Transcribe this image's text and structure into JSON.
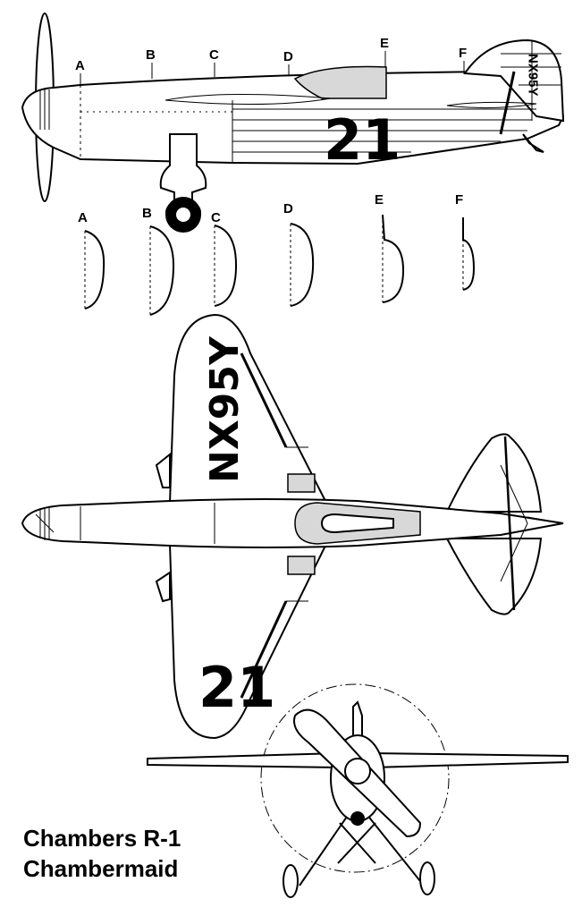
{
  "title": {
    "line1": "Chambers R-1",
    "line2": "Chambermaid"
  },
  "side_view": {
    "stations": [
      "A",
      "B",
      "C",
      "D",
      "E",
      "F"
    ],
    "race_number": "21",
    "tail_registration": "NX95Y"
  },
  "cross_sections": {
    "labels": [
      "A",
      "B",
      "C",
      "D",
      "E",
      "F"
    ]
  },
  "top_view": {
    "wing_registration": "NX95Y",
    "wing_number": "21"
  },
  "colors": {
    "line": "#000000",
    "fill_gray": "#d8d8d8",
    "background": "#ffffff"
  }
}
